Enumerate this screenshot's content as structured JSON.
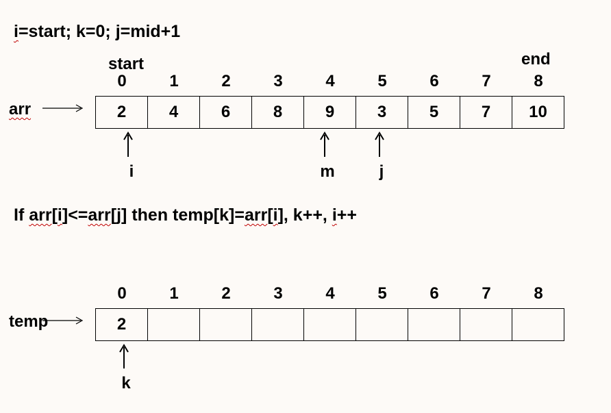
{
  "statements": {
    "init_prefix": "i",
    "init_rest": "=start; k=0; j=mid+1",
    "rule_prefix": "If ",
    "rule_arr1": "arr",
    "rule_mid1": "[",
    "rule_i1": "i",
    "rule_mid2": "]<=",
    "rule_arr2": "arr",
    "rule_mid3": "[j] then temp[k]=",
    "rule_arr3": "arr",
    "rule_mid4": "[",
    "rule_i2": "i",
    "rule_mid5": "], k++, ",
    "rule_i3": "i",
    "rule_end": "++"
  },
  "arr": {
    "label": "arr",
    "start_label": "start",
    "end_label": "end",
    "indices": [
      "0",
      "1",
      "2",
      "3",
      "4",
      "5",
      "6",
      "7",
      "8"
    ],
    "values": [
      "2",
      "4",
      "6",
      "8",
      "9",
      "3",
      "5",
      "7",
      "10"
    ],
    "pointers": {
      "i": "i",
      "m": "m",
      "j": "j"
    }
  },
  "temp": {
    "label": "temp",
    "indices": [
      "0",
      "1",
      "2",
      "3",
      "4",
      "5",
      "6",
      "7",
      "8"
    ],
    "values": [
      "2",
      "",
      "",
      "",
      "",
      "",
      "",
      "",
      ""
    ],
    "pointers": {
      "k": "k"
    }
  }
}
